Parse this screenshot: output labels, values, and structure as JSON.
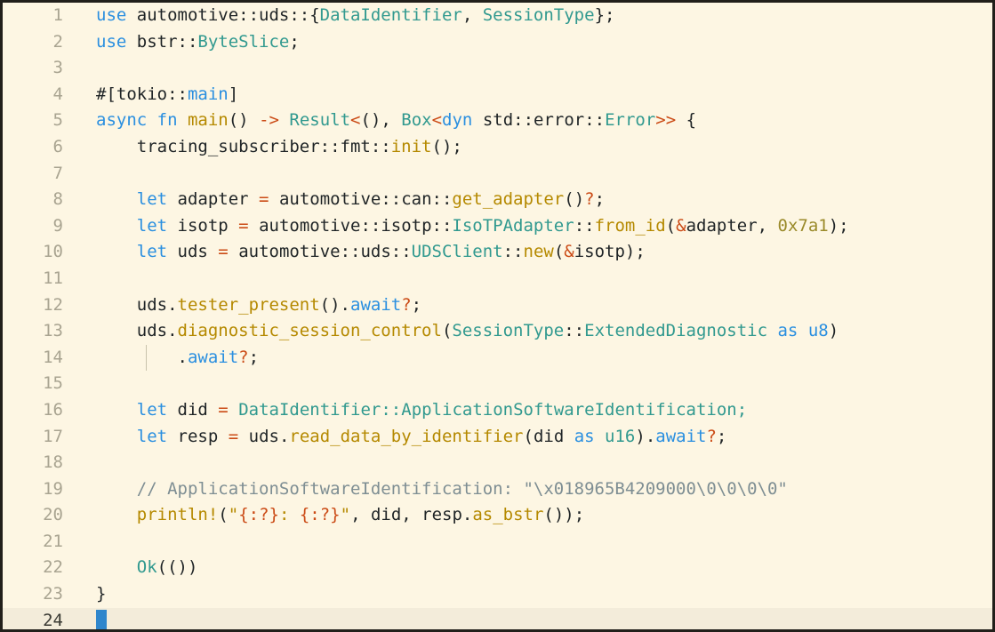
{
  "editor": {
    "language": "Rust",
    "theme": "solarized-light",
    "total_lines": 24,
    "active_line": 24,
    "cursor": {
      "line": 24,
      "column": 1
    },
    "colors": {
      "background": "#fdf6e3",
      "active_line_background": "#f3ecda",
      "gutter_text": "#a9a491",
      "gutter_text_active": "#3a3a33",
      "plain_text": "#1f2426",
      "keyword": "#2a8fe0",
      "type": "#31998f",
      "function": "#b58900",
      "operator": "#cb4b16",
      "number": "#9a8a2a",
      "string": "#b58900",
      "format_spec": "#cb4b16",
      "comment": "#7e8e93",
      "cursor": "#2f86cc",
      "indent_guide": "#c9c3ac",
      "window_border": "#211f1a"
    }
  },
  "gutter": {
    "numbers": [
      "1",
      "2",
      "3",
      "4",
      "5",
      "6",
      "7",
      "8",
      "9",
      "10",
      "11",
      "12",
      "13",
      "14",
      "15",
      "16",
      "17",
      "18",
      "19",
      "20",
      "21",
      "22",
      "23",
      "24"
    ]
  },
  "lines": [
    {
      "number": "1",
      "text": "use automotive::uds::{DataIdentifier, SessionType};",
      "tokens": [
        {
          "t": "use",
          "c": "kw"
        },
        {
          "t": " automotive::uds::{",
          "c": "pln"
        },
        {
          "t": "DataIdentifier",
          "c": "ty"
        },
        {
          "t": ", ",
          "c": "pln"
        },
        {
          "t": "SessionType",
          "c": "ty"
        },
        {
          "t": "};",
          "c": "pln"
        }
      ]
    },
    {
      "number": "2",
      "text": "use bstr::ByteSlice;",
      "tokens": [
        {
          "t": "use",
          "c": "kw"
        },
        {
          "t": " bstr::",
          "c": "pln"
        },
        {
          "t": "ByteSlice",
          "c": "ty"
        },
        {
          "t": ";",
          "c": "pln"
        }
      ]
    },
    {
      "number": "3",
      "text": "",
      "tokens": []
    },
    {
      "number": "4",
      "text": "#[tokio::main]",
      "tokens": [
        {
          "t": "#[tokio::",
          "c": "pln"
        },
        {
          "t": "main",
          "c": "kw"
        },
        {
          "t": "]",
          "c": "pln"
        }
      ]
    },
    {
      "number": "5",
      "text": "async fn main() -> Result<(), Box<dyn std::error::Error>> {",
      "tokens": [
        {
          "t": "async fn",
          "c": "kw"
        },
        {
          "t": " ",
          "c": "pln"
        },
        {
          "t": "main",
          "c": "fnc"
        },
        {
          "t": "() ",
          "c": "pln"
        },
        {
          "t": "->",
          "c": "op"
        },
        {
          "t": " ",
          "c": "pln"
        },
        {
          "t": "Result",
          "c": "ty"
        },
        {
          "t": "<",
          "c": "op"
        },
        {
          "t": "(), ",
          "c": "pln"
        },
        {
          "t": "Box",
          "c": "ty"
        },
        {
          "t": "<",
          "c": "op"
        },
        {
          "t": "dyn",
          "c": "kw"
        },
        {
          "t": " std::error::",
          "c": "pln"
        },
        {
          "t": "Error",
          "c": "ty"
        },
        {
          "t": ">>",
          "c": "op"
        },
        {
          "t": " {",
          "c": "pln"
        }
      ]
    },
    {
      "number": "6",
      "text": "    tracing_subscriber::fmt::init();",
      "tokens": [
        {
          "t": "    tracing_subscriber::fmt::",
          "c": "pln"
        },
        {
          "t": "init",
          "c": "fnc"
        },
        {
          "t": "();",
          "c": "pln"
        }
      ]
    },
    {
      "number": "7",
      "text": "",
      "tokens": []
    },
    {
      "number": "8",
      "text": "    let adapter = automotive::can::get_adapter()?;",
      "tokens": [
        {
          "t": "    ",
          "c": "pln"
        },
        {
          "t": "let",
          "c": "kw"
        },
        {
          "t": " adapter ",
          "c": "pln"
        },
        {
          "t": "=",
          "c": "op"
        },
        {
          "t": " automotive::can::",
          "c": "pln"
        },
        {
          "t": "get_adapter",
          "c": "fnc"
        },
        {
          "t": "()",
          "c": "pln"
        },
        {
          "t": "?",
          "c": "op"
        },
        {
          "t": ";",
          "c": "pln"
        }
      ]
    },
    {
      "number": "9",
      "text": "    let isotp = automotive::isotp::IsoTPAdapter::from_id(&adapter, 0x7a1);",
      "tokens": [
        {
          "t": "    ",
          "c": "pln"
        },
        {
          "t": "let",
          "c": "kw"
        },
        {
          "t": " isotp ",
          "c": "pln"
        },
        {
          "t": "=",
          "c": "op"
        },
        {
          "t": " automotive::isotp::",
          "c": "pln"
        },
        {
          "t": "IsoTPAdapter",
          "c": "ty"
        },
        {
          "t": "::",
          "c": "pln"
        },
        {
          "t": "from_id",
          "c": "fnc"
        },
        {
          "t": "(",
          "c": "pln"
        },
        {
          "t": "&",
          "c": "op"
        },
        {
          "t": "adapter, ",
          "c": "pln"
        },
        {
          "t": "0x7a1",
          "c": "num"
        },
        {
          "t": ");",
          "c": "pln"
        }
      ]
    },
    {
      "number": "10",
      "text": "    let uds = automotive::uds::UDSClient::new(&isotp);",
      "tokens": [
        {
          "t": "    ",
          "c": "pln"
        },
        {
          "t": "let",
          "c": "kw"
        },
        {
          "t": " uds ",
          "c": "pln"
        },
        {
          "t": "=",
          "c": "op"
        },
        {
          "t": " automotive::uds::",
          "c": "pln"
        },
        {
          "t": "UDSClient",
          "c": "ty"
        },
        {
          "t": "::",
          "c": "pln"
        },
        {
          "t": "new",
          "c": "fnc"
        },
        {
          "t": "(",
          "c": "pln"
        },
        {
          "t": "&",
          "c": "op"
        },
        {
          "t": "isotp);",
          "c": "pln"
        }
      ]
    },
    {
      "number": "11",
      "text": "",
      "tokens": []
    },
    {
      "number": "12",
      "text": "    uds.tester_present().await?;",
      "tokens": [
        {
          "t": "    uds.",
          "c": "pln"
        },
        {
          "t": "tester_present",
          "c": "fnc"
        },
        {
          "t": "().",
          "c": "pln"
        },
        {
          "t": "await",
          "c": "kw"
        },
        {
          "t": "?",
          "c": "op"
        },
        {
          "t": ";",
          "c": "pln"
        }
      ]
    },
    {
      "number": "13",
      "text": "    uds.diagnostic_session_control(SessionType::ExtendedDiagnostic as u8)",
      "tokens": [
        {
          "t": "    uds.",
          "c": "pln"
        },
        {
          "t": "diagnostic_session_control",
          "c": "fnc"
        },
        {
          "t": "(",
          "c": "pln"
        },
        {
          "t": "SessionType",
          "c": "ty"
        },
        {
          "t": "::",
          "c": "pln"
        },
        {
          "t": "ExtendedDiagnostic",
          "c": "ty"
        },
        {
          "t": " ",
          "c": "pln"
        },
        {
          "t": "as",
          "c": "kw"
        },
        {
          "t": " ",
          "c": "pln"
        },
        {
          "t": "u8",
          "c": "kw"
        },
        {
          "t": ")",
          "c": "pln"
        }
      ]
    },
    {
      "number": "14",
      "text": "        .await?;",
      "indent_guide": true,
      "tokens": [
        {
          "t": "        .",
          "c": "pln"
        },
        {
          "t": "await",
          "c": "kw"
        },
        {
          "t": "?",
          "c": "op"
        },
        {
          "t": ";",
          "c": "pln"
        }
      ]
    },
    {
      "number": "15",
      "text": "",
      "tokens": []
    },
    {
      "number": "16",
      "text": "    let did = DataIdentifier::ApplicationSoftwareIdentification;",
      "tokens": [
        {
          "t": "    ",
          "c": "pln"
        },
        {
          "t": "let",
          "c": "kw"
        },
        {
          "t": " did ",
          "c": "pln"
        },
        {
          "t": "=",
          "c": "op"
        },
        {
          "t": " ",
          "c": "pln"
        },
        {
          "t": "DataIdentifier",
          "c": "ty"
        },
        {
          "t": "::",
          "c": "ty"
        },
        {
          "t": "ApplicationSoftwareIdentification",
          "c": "ty"
        },
        {
          "t": ";",
          "c": "ty"
        }
      ]
    },
    {
      "number": "17",
      "text": "    let resp = uds.read_data_by_identifier(did as u16).await?;",
      "tokens": [
        {
          "t": "    ",
          "c": "pln"
        },
        {
          "t": "let",
          "c": "kw"
        },
        {
          "t": " resp ",
          "c": "pln"
        },
        {
          "t": "=",
          "c": "op"
        },
        {
          "t": " uds.",
          "c": "pln"
        },
        {
          "t": "read_data_by_identifier",
          "c": "fnc"
        },
        {
          "t": "(did ",
          "c": "pln"
        },
        {
          "t": "as",
          "c": "kw"
        },
        {
          "t": " ",
          "c": "pln"
        },
        {
          "t": "u16",
          "c": "ty"
        },
        {
          "t": ").",
          "c": "pln"
        },
        {
          "t": "await",
          "c": "kw"
        },
        {
          "t": "?",
          "c": "op"
        },
        {
          "t": ";",
          "c": "pln"
        }
      ]
    },
    {
      "number": "18",
      "text": "",
      "tokens": []
    },
    {
      "number": "19",
      "text": "    // ApplicationSoftwareIdentification: \"\\x018965B4209000\\0\\0\\0\\0\"",
      "tokens": [
        {
          "t": "    ",
          "c": "pln"
        },
        {
          "t": "// ApplicationSoftwareIdentification: \"\\x018965B4209000\\0\\0\\0\\0\"",
          "c": "cmt"
        }
      ]
    },
    {
      "number": "20",
      "text": "    println!(\"{:?}: {:?}\", did, resp.as_bstr());",
      "tokens": [
        {
          "t": "    ",
          "c": "pln"
        },
        {
          "t": "println!",
          "c": "mac"
        },
        {
          "t": "(",
          "c": "pln"
        },
        {
          "t": "\"",
          "c": "str"
        },
        {
          "t": "{:?}",
          "c": "fmt"
        },
        {
          "t": ": ",
          "c": "str"
        },
        {
          "t": "{:?}",
          "c": "fmt"
        },
        {
          "t": "\"",
          "c": "str"
        },
        {
          "t": ", did, resp.",
          "c": "pln"
        },
        {
          "t": "as_bstr",
          "c": "fnc"
        },
        {
          "t": "());",
          "c": "pln"
        }
      ]
    },
    {
      "number": "21",
      "text": "",
      "tokens": []
    },
    {
      "number": "22",
      "text": "    Ok(())",
      "indent_guide": false,
      "tokens": [
        {
          "t": "    ",
          "c": "pln"
        },
        {
          "t": "Ok",
          "c": "ty"
        },
        {
          "t": "(())",
          "c": "pln"
        }
      ]
    },
    {
      "number": "23",
      "text": "}",
      "tokens": [
        {
          "t": "}",
          "c": "pln"
        }
      ]
    },
    {
      "number": "24",
      "text": "",
      "active": true,
      "cursor": true,
      "tokens": []
    }
  ]
}
